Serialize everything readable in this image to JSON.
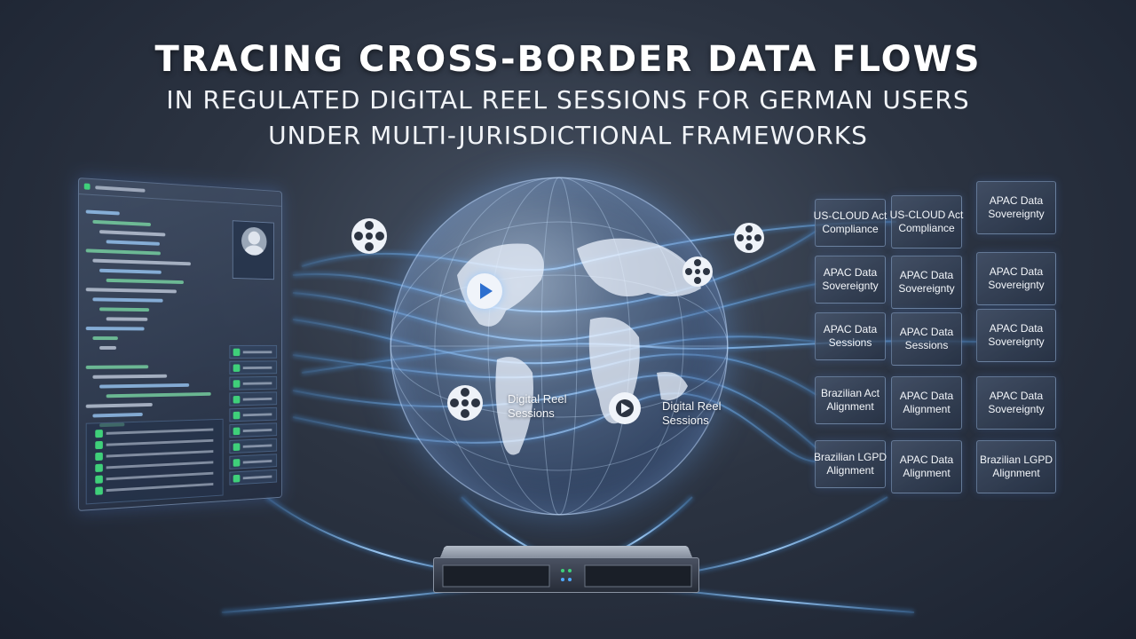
{
  "header": {
    "title": "TRACING CROSS-BORDER DATA FLOWS",
    "subtitle_line1": "IN REGULATED DIGITAL REEL SESSIONS FOR GERMAN USERS",
    "subtitle_line2": "UNDER MULTI-JURISDICTIONAL FRAMEWORKS"
  },
  "globe_labels": {
    "left": "Digital Reel\nSessions",
    "right": "Digital Reel\nSessions"
  },
  "framework_grid": [
    [
      "US-CLOUD Act\nCompliance",
      "US-CLOUD Act\nCompliance",
      "APAC Data\nSovereignty"
    ],
    [
      "APAC Data\nSovereignty",
      "APAC Data\nSovereignty",
      "APAC Data\nSovereignty"
    ],
    [
      "APAC Data\nSessions",
      "APAC Data\nSessions",
      "APAC Data\nSovereignty"
    ],
    [
      "Brazilian Act\nAlignment",
      "APAC Data\nAlignment",
      "APAC Data\nSovereignty"
    ],
    [
      "Brazilian LGPD\nAlignment",
      "APAC Data\nAlignment",
      "Brazilian LGPD\nAlignment"
    ]
  ],
  "colors": {
    "flow": "#4fa8ff",
    "flow_light": "#bfe0ff",
    "check": "#3fd07a"
  },
  "icons": [
    "film-reel-icon",
    "play-button-icon",
    "user-avatar-icon",
    "checkmark-icon",
    "server-icon",
    "globe-icon"
  ]
}
